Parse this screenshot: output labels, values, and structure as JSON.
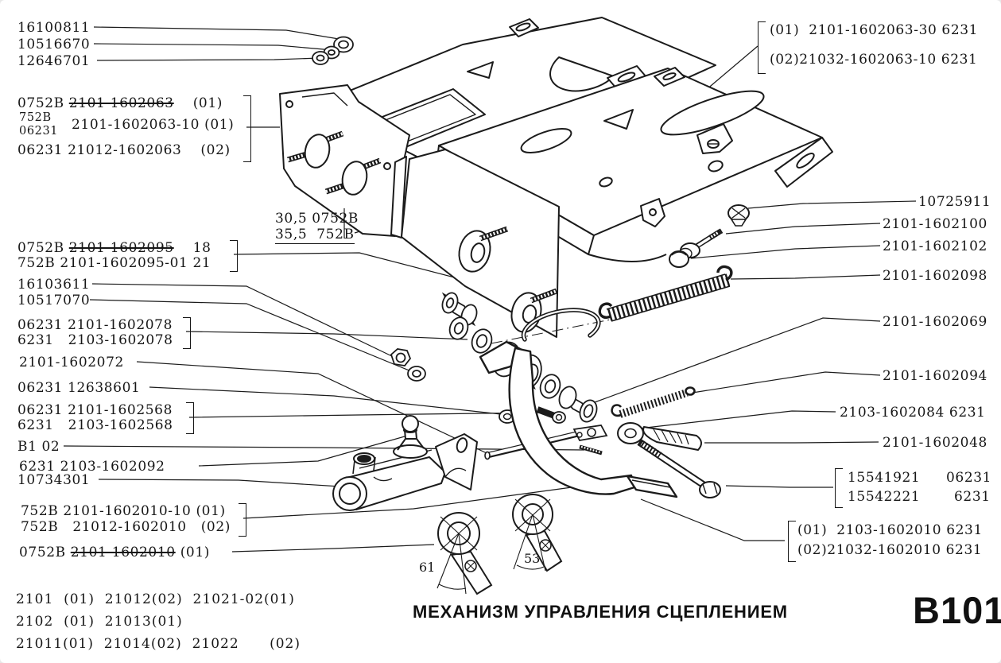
{
  "page": {
    "title": "МЕХАНИЗМ УПРАВЛЕНИЯ СЦЕПЛЕНИЕМ",
    "code": "B101",
    "ink": "#1b1b1b",
    "paper": "#ffffff"
  },
  "callouts": {
    "top_left": {
      "r1": "16100811",
      "r2": "10516670",
      "r3": "12646701"
    },
    "g063": {
      "r1_pre": "0752B ",
      "r1_part": "2101-1602063",
      "r1_suf": "    (01)",
      "r2_pre_a": "752B",
      "r2_pre_b": "06231",
      "r2_rest": "2101-1602063-10 (01)",
      "r3": "06231 21012-1602063    (02)"
    },
    "dim30": {
      "l1": "30,5 0752B",
      "l2": "35,5  752B"
    },
    "g095": {
      "r1_pre": "0752B ",
      "r1_part": "2101-1602095",
      "r1_suf": "    18",
      "r2": "752B 2101-1602095-01 21"
    },
    "nut": "16103611",
    "washer": "10517070",
    "g078": {
      "r1": "06231 2101-1602078",
      "r2": "6231   2103-1602078"
    },
    "rod": "2101-1602072",
    "washer2": "06231 12638601",
    "g568": {
      "r1": "06231 2101-1602568",
      "r2": "6231   2103-1602568"
    },
    "mark": "B1 02",
    "g092": "6231 2103-1602092",
    "cylinder": "10734301",
    "g010_left": {
      "r1": "752B 2101-1602010-10 (01)",
      "r2": "752B   21012-1602010   (02)"
    },
    "g010_single": {
      "pre": "0752B ",
      "part": "2101-1602010",
      "suf": " (01)"
    },
    "applicability": {
      "r1": "2101  (01)  21012(02)  21021-02(01)",
      "r2": "2102  (01)  21013(01)",
      "r3": "21011(01)  21014(02)  21022      (02)"
    },
    "tr063": {
      "r1": "(01)  2101-1602063-30 6231",
      "r2": "(02)21032-1602063-10 6231"
    },
    "right": {
      "r1": "10725911",
      "r2": "2101-1602100",
      "r3": "2101-1602102",
      "r4": "2101-1602098",
      "r5": "2101-1602069",
      "r6": "2101-1602094",
      "r7": "2103-1602084 6231",
      "r8": "2101-1602048"
    },
    "g1554": {
      "r1a": "15541921",
      "r1b": "06231",
      "r2a": "15542221",
      "r2b": "6231"
    },
    "tr010": {
      "r1": "(01)  2103-1602010 6231",
      "r2": "(02)21032-1602010 6231"
    },
    "angles": {
      "d1": "61",
      "d2": "53"
    }
  }
}
